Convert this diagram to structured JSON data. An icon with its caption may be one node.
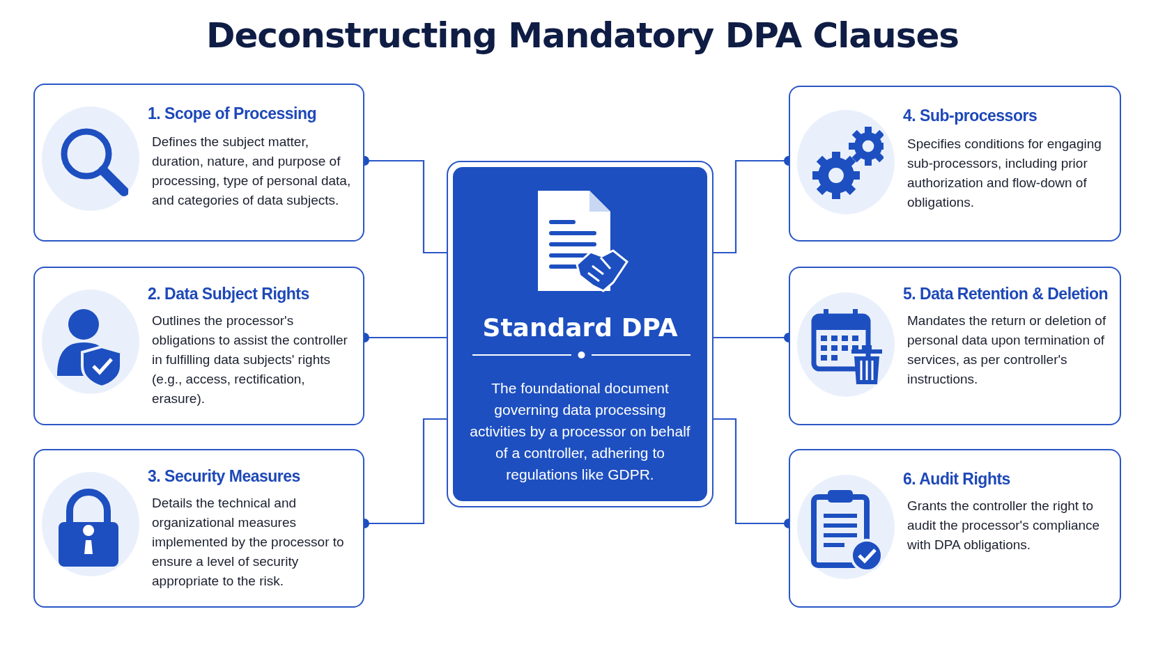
{
  "diagram": {
    "title": "Deconstructing Mandatory DPA Clauses",
    "nodes": [
      {
        "text": [
          "Standard DPA",
          "The foundational document governing data processing activities by a processor on behalf of a controller, adhering to regulations like GDPR."
        ]
      },
      {
        "text": [
          "1. Scope of Processing",
          "Defines the subject matter, duration, nature, and purpose of processing, type of personal data, and categories of data subjects."
        ]
      },
      {
        "text": [
          "2. Data Subject Rights",
          "Outlines the processor's obligations to assist the controller in fulfilling data subjects' rights (e.g., access, rectification, erasure)."
        ]
      },
      {
        "text": [
          "3. Security Measures",
          "Details the technical and organizational measures implemented by the processor to ensure a level of security appropriate to the risk."
        ]
      },
      {
        "text": [
          "4. Sub-processors",
          "Specifies conditions for engaging sub-processors, including prior authorization and flow-down of obligations."
        ]
      },
      {
        "text": [
          "5. Data Retention & Deletion",
          "Mandates the return or deletion of personal data upon termination of services, as per controller's instructions."
        ]
      },
      {
        "text": [
          "6. Audit Rights",
          "Grants the controller the right to audit the processor's compliance with DPA obligations."
        ]
      }
    ],
    "edges": [
      {
        "from": 0,
        "to": 1,
        "arrow": "other"
      },
      {
        "from": 0,
        "to": 2,
        "arrow": "other"
      },
      {
        "from": 0,
        "to": 3,
        "arrow": "other"
      },
      {
        "from": 0,
        "to": 4,
        "arrow": "other"
      },
      {
        "from": 0,
        "to": 5,
        "arrow": "other"
      },
      {
        "from": 0,
        "to": 6,
        "arrow": "other"
      }
    ]
  }
}
